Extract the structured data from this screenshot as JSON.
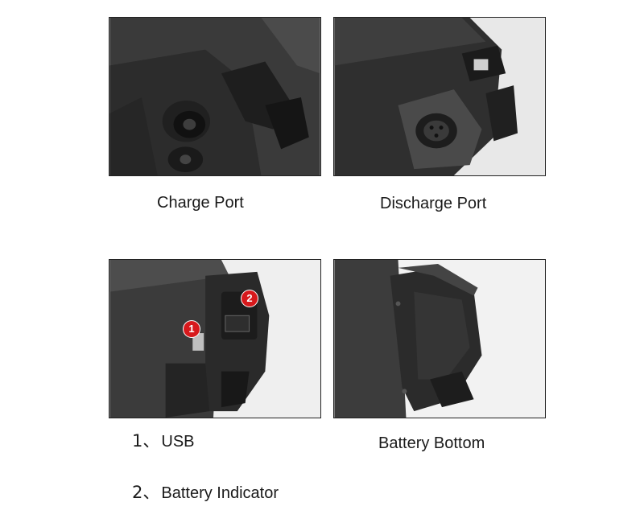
{
  "panels": [
    {
      "caption": "Charge Port"
    },
    {
      "caption": "Discharge Port"
    },
    {
      "callouts": [
        "1",
        "2"
      ]
    },
    {
      "caption": "Battery Bottom"
    }
  ],
  "notes": [
    {
      "num": "1、",
      "label": "USB"
    },
    {
      "num": "2、",
      "label": "Battery Indicator"
    }
  ]
}
